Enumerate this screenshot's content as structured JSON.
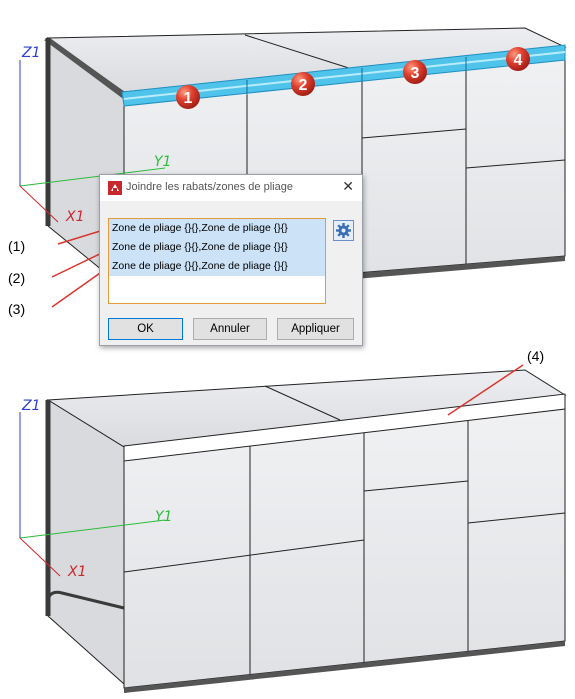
{
  "axes": {
    "top": {
      "z": "Z1",
      "y": "Y1",
      "x": "X1"
    },
    "bottom": {
      "z": "Z1",
      "y": "Y1",
      "x": "X1"
    }
  },
  "markers": [
    "1",
    "2",
    "3",
    "4"
  ],
  "callouts": [
    "(1)",
    "(2)",
    "(3)",
    "(4)"
  ],
  "colors": {
    "highlight_edge": "#4fc3ea",
    "marker_red": "#d8362e",
    "leader_red": "#d8362e",
    "panel": "#e6e7ea",
    "list_selection": "#cce2f7",
    "list_border": "#e69b3b"
  },
  "dialog": {
    "title": "Joindre les rabats/zones de pliage",
    "close_icon": "close-icon",
    "items": [
      "Zone de pliage {}{},Zone de pliage {}{}",
      "Zone de pliage {}{},Zone de pliage {}{}",
      "Zone de pliage {}{},Zone de pliage {}{}"
    ],
    "buttons": {
      "ok": "OK",
      "cancel": "Annuler",
      "apply": "Appliquer"
    }
  }
}
